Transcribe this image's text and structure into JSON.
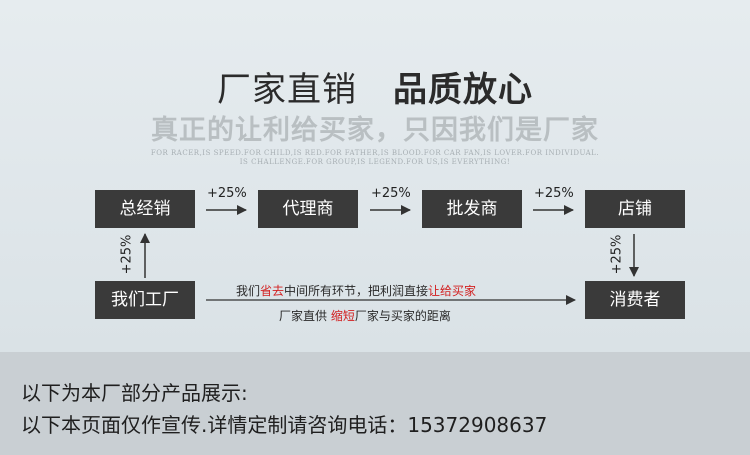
{
  "headline": {
    "part1": "厂家直销",
    "part2": "品质放心"
  },
  "subheadline": "真正的让利给买家，只因我们是厂家",
  "tagline_line1": "FOR RACER,IS SPEED.FOR CHILD,IS RED.FOR FATHER,IS BLOOD.FOR CAR FAN,IS LOVER.FOR INDIVIDUAL.",
  "tagline_line2": "IS CHALLENGE.FOR GROUP,IS LEGEND.FOR US,IS EVERYTHING!",
  "flow": {
    "box_distributor": "总经销",
    "box_agent": "代理商",
    "box_wholesaler": "批发商",
    "box_store": "店铺",
    "box_factory": "我们工厂",
    "box_consumer": "消费者",
    "markup_1": "+25%",
    "markup_2": "+25%",
    "markup_3": "+25%",
    "markup_left": "+25%",
    "markup_right": "+25%"
  },
  "note_line1": {
    "part1": "我们",
    "red1": "省去",
    "part2": "中间所有环节，把利润直接",
    "red2": "让给买家"
  },
  "note_line2": {
    "part1": "厂家直供 ",
    "red1": "缩短",
    "part2": "厂家与买家的距离"
  },
  "footer": {
    "line1": "以下为本厂部分产品展示:",
    "line2": "以下本页面仅作宣传.详情定制请咨询电话：15372908637"
  },
  "colors": {
    "box_bg": "#3a3a3a",
    "highlight_red": "#d21f1f",
    "footer_bg": "#c9cfd3"
  }
}
